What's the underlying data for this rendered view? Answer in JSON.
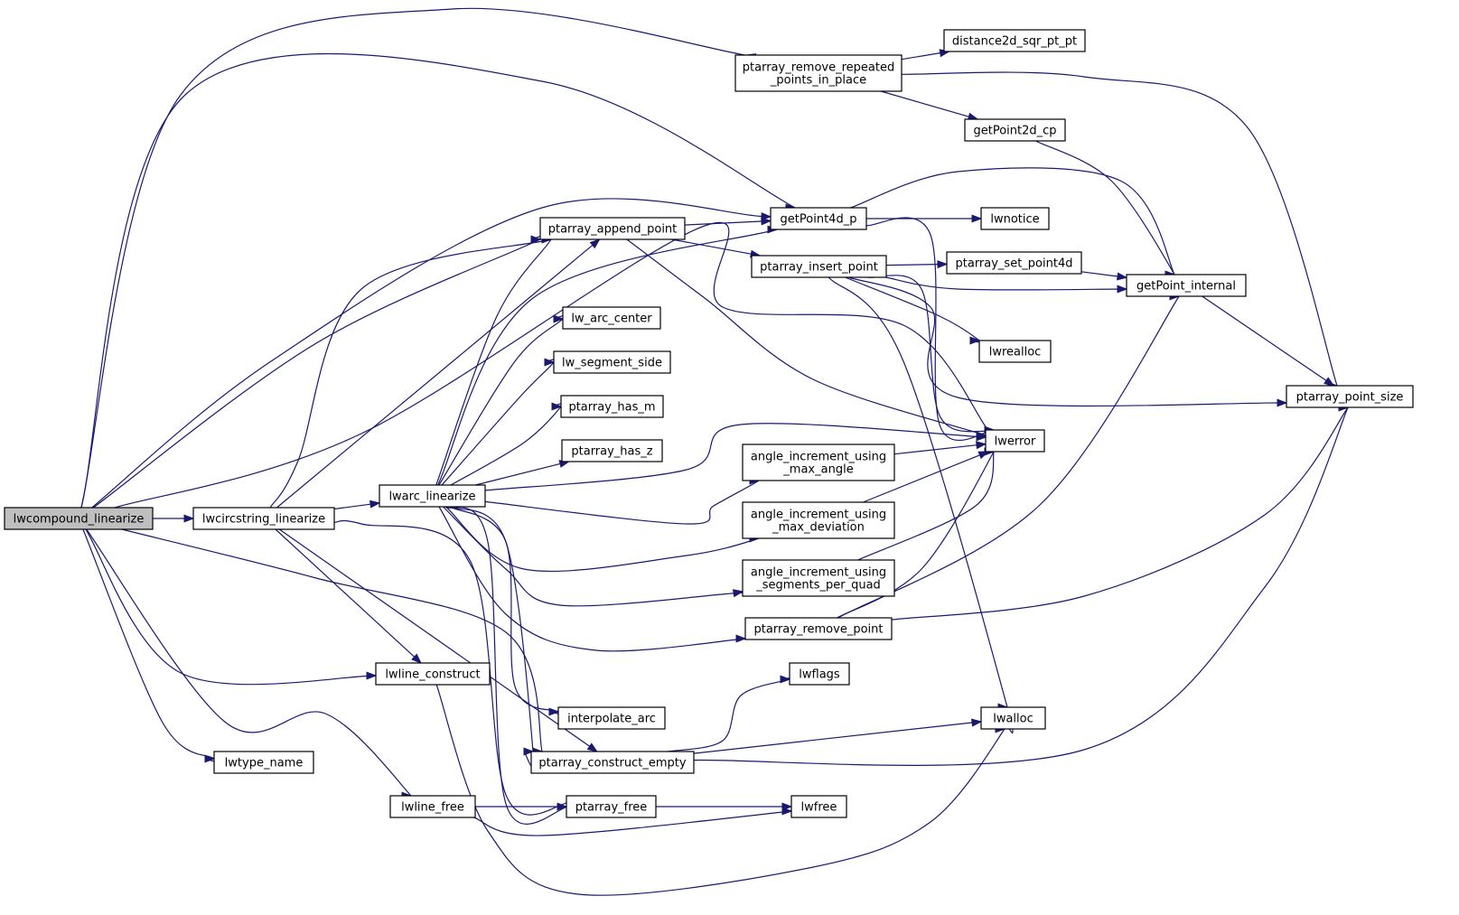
{
  "graph": {
    "colors": {
      "edge": "#191970",
      "root_fill": "#bfbfbf",
      "node_fill": "#ffffff",
      "node_border": "#000000"
    },
    "root": "lwcompound_linearize",
    "nodes": [
      {
        "id": "lwcompound_linearize",
        "lines": [
          "lwcompound_linearize"
        ],
        "root": true
      },
      {
        "id": "lwcircstring_linearize",
        "lines": [
          "lwcircstring_linearize"
        ]
      },
      {
        "id": "lwarc_linearize",
        "lines": [
          "lwarc_linearize"
        ]
      },
      {
        "id": "lwline_construct",
        "lines": [
          "lwline_construct"
        ]
      },
      {
        "id": "lwtype_name",
        "lines": [
          "lwtype_name"
        ]
      },
      {
        "id": "lwline_free",
        "lines": [
          "lwline_free"
        ]
      },
      {
        "id": "ptarray_remove_repeated_points_in_place",
        "lines": [
          "ptarray_remove_repeated",
          "_points_in_place"
        ]
      },
      {
        "id": "distance2d_sqr_pt_pt",
        "lines": [
          "distance2d_sqr_pt_pt"
        ]
      },
      {
        "id": "getPoint2d_cp",
        "lines": [
          "getPoint2d_cp"
        ]
      },
      {
        "id": "getPoint4d_p",
        "lines": [
          "getPoint4d_p"
        ]
      },
      {
        "id": "lwnotice",
        "lines": [
          "lwnotice"
        ]
      },
      {
        "id": "ptarray_append_point",
        "lines": [
          "ptarray_append_point"
        ]
      },
      {
        "id": "ptarray_insert_point",
        "lines": [
          "ptarray_insert_point"
        ]
      },
      {
        "id": "ptarray_set_point4d",
        "lines": [
          "ptarray_set_point4d"
        ]
      },
      {
        "id": "getPoint_internal",
        "lines": [
          "getPoint_internal"
        ]
      },
      {
        "id": "lw_arc_center",
        "lines": [
          "lw_arc_center"
        ]
      },
      {
        "id": "lwrealloc",
        "lines": [
          "lwrealloc"
        ]
      },
      {
        "id": "lw_segment_side",
        "lines": [
          "lw_segment_side"
        ]
      },
      {
        "id": "ptarray_point_size",
        "lines": [
          "ptarray_point_size"
        ]
      },
      {
        "id": "ptarray_has_m",
        "lines": [
          "ptarray_has_m"
        ]
      },
      {
        "id": "lwerror",
        "lines": [
          "lwerror"
        ]
      },
      {
        "id": "ptarray_has_z",
        "lines": [
          "ptarray_has_z"
        ]
      },
      {
        "id": "angle_increment_using_max_angle",
        "lines": [
          "angle_increment_using",
          "_max_angle"
        ]
      },
      {
        "id": "angle_increment_using_max_deviation",
        "lines": [
          "angle_increment_using",
          "_max_deviation"
        ]
      },
      {
        "id": "angle_increment_using_segments_per_quad",
        "lines": [
          "angle_increment_using",
          "_segments_per_quad"
        ]
      },
      {
        "id": "ptarray_remove_point",
        "lines": [
          "ptarray_remove_point"
        ]
      },
      {
        "id": "lwflags",
        "lines": [
          "lwflags"
        ]
      },
      {
        "id": "interpolate_arc",
        "lines": [
          "interpolate_arc"
        ]
      },
      {
        "id": "lwalloc",
        "lines": [
          "lwalloc"
        ]
      },
      {
        "id": "ptarray_construct_empty",
        "lines": [
          "ptarray_construct_empty"
        ]
      },
      {
        "id": "ptarray_free",
        "lines": [
          "ptarray_free"
        ]
      },
      {
        "id": "lwfree",
        "lines": [
          "lwfree"
        ]
      }
    ],
    "edges": [
      [
        "lwcompound_linearize",
        "lwcircstring_linearize"
      ],
      [
        "lwcompound_linearize",
        "ptarray_remove_repeated_points_in_place"
      ],
      [
        "lwcompound_linearize",
        "getPoint4d_p"
      ],
      [
        "lwcompound_linearize",
        "getPoint4d_p"
      ],
      [
        "lwcompound_linearize",
        "ptarray_append_point"
      ],
      [
        "lwcompound_linearize",
        "lwline_construct"
      ],
      [
        "lwcompound_linearize",
        "lwtype_name"
      ],
      [
        "lwcompound_linearize",
        "lwline_free"
      ],
      [
        "lwcompound_linearize",
        "ptarray_construct_empty"
      ],
      [
        "lwcompound_linearize",
        "lwerror"
      ],
      [
        "lwcircstring_linearize",
        "lwarc_linearize"
      ],
      [
        "lwcircstring_linearize",
        "ptarray_append_point"
      ],
      [
        "lwcircstring_linearize",
        "ptarray_append_point"
      ],
      [
        "lwcircstring_linearize",
        "lwline_construct"
      ],
      [
        "lwcircstring_linearize",
        "ptarray_construct_empty"
      ],
      [
        "lwcircstring_linearize",
        "ptarray_free"
      ],
      [
        "lwarc_linearize",
        "ptarray_append_point"
      ],
      [
        "lwarc_linearize",
        "getPoint4d_p"
      ],
      [
        "lwarc_linearize",
        "lw_arc_center"
      ],
      [
        "lwarc_linearize",
        "lw_segment_side"
      ],
      [
        "lwarc_linearize",
        "ptarray_has_m"
      ],
      [
        "lwarc_linearize",
        "ptarray_has_z"
      ],
      [
        "lwarc_linearize",
        "lwerror"
      ],
      [
        "lwarc_linearize",
        "angle_increment_using_max_angle"
      ],
      [
        "lwarc_linearize",
        "angle_increment_using_max_deviation"
      ],
      [
        "lwarc_linearize",
        "angle_increment_using_segments_per_quad"
      ],
      [
        "lwarc_linearize",
        "ptarray_remove_point"
      ],
      [
        "lwarc_linearize",
        "interpolate_arc"
      ],
      [
        "lwarc_linearize",
        "ptarray_construct_empty"
      ],
      [
        "lwarc_linearize",
        "ptarray_free"
      ],
      [
        "lwline_construct",
        "lwalloc"
      ],
      [
        "lwline_free",
        "ptarray_free"
      ],
      [
        "lwline_free",
        "lwfree"
      ],
      [
        "ptarray_remove_repeated_points_in_place",
        "distance2d_sqr_pt_pt"
      ],
      [
        "ptarray_remove_repeated_points_in_place",
        "getPoint2d_cp"
      ],
      [
        "ptarray_remove_repeated_points_in_place",
        "ptarray_point_size"
      ],
      [
        "getPoint2d_cp",
        "getPoint_internal"
      ],
      [
        "getPoint4d_p",
        "lwnotice"
      ],
      [
        "getPoint4d_p",
        "getPoint_internal"
      ],
      [
        "getPoint4d_p",
        "lwerror"
      ],
      [
        "ptarray_append_point",
        "getPoint4d_p"
      ],
      [
        "ptarray_append_point",
        "ptarray_insert_point"
      ],
      [
        "ptarray_append_point",
        "lwerror"
      ],
      [
        "ptarray_insert_point",
        "ptarray_set_point4d"
      ],
      [
        "ptarray_insert_point",
        "getPoint_internal"
      ],
      [
        "ptarray_insert_point",
        "lwrealloc"
      ],
      [
        "ptarray_insert_point",
        "ptarray_point_size"
      ],
      [
        "ptarray_insert_point",
        "lwerror"
      ],
      [
        "ptarray_insert_point",
        "lwalloc"
      ],
      [
        "ptarray_set_point4d",
        "getPoint_internal"
      ],
      [
        "getPoint_internal",
        "ptarray_point_size"
      ],
      [
        "angle_increment_using_max_angle",
        "lwerror"
      ],
      [
        "angle_increment_using_max_deviation",
        "lwerror"
      ],
      [
        "angle_increment_using_segments_per_quad",
        "lwerror"
      ],
      [
        "ptarray_remove_point",
        "lwerror"
      ],
      [
        "ptarray_remove_point",
        "getPoint_internal"
      ],
      [
        "ptarray_remove_point",
        "ptarray_point_size"
      ],
      [
        "ptarray_construct_empty",
        "lwflags"
      ],
      [
        "ptarray_construct_empty",
        "lwalloc"
      ],
      [
        "ptarray_construct_empty",
        "ptarray_point_size"
      ],
      [
        "ptarray_free",
        "lwfree"
      ]
    ]
  }
}
